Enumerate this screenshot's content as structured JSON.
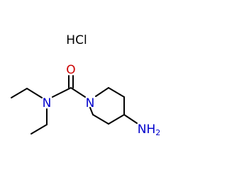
{
  "salt": {
    "label": "HCl"
  },
  "atoms": {
    "oxygen": {
      "label": "O",
      "color": "#cc0000"
    },
    "amide_nitrogen": {
      "label": "N",
      "color": "#0000cc"
    },
    "ring_nitrogen": {
      "label": "N",
      "color": "#0000cc"
    },
    "amine": {
      "label": "NH",
      "subscript": "2",
      "color": "#0000cc"
    }
  },
  "colors": {
    "bond": "#000000"
  }
}
